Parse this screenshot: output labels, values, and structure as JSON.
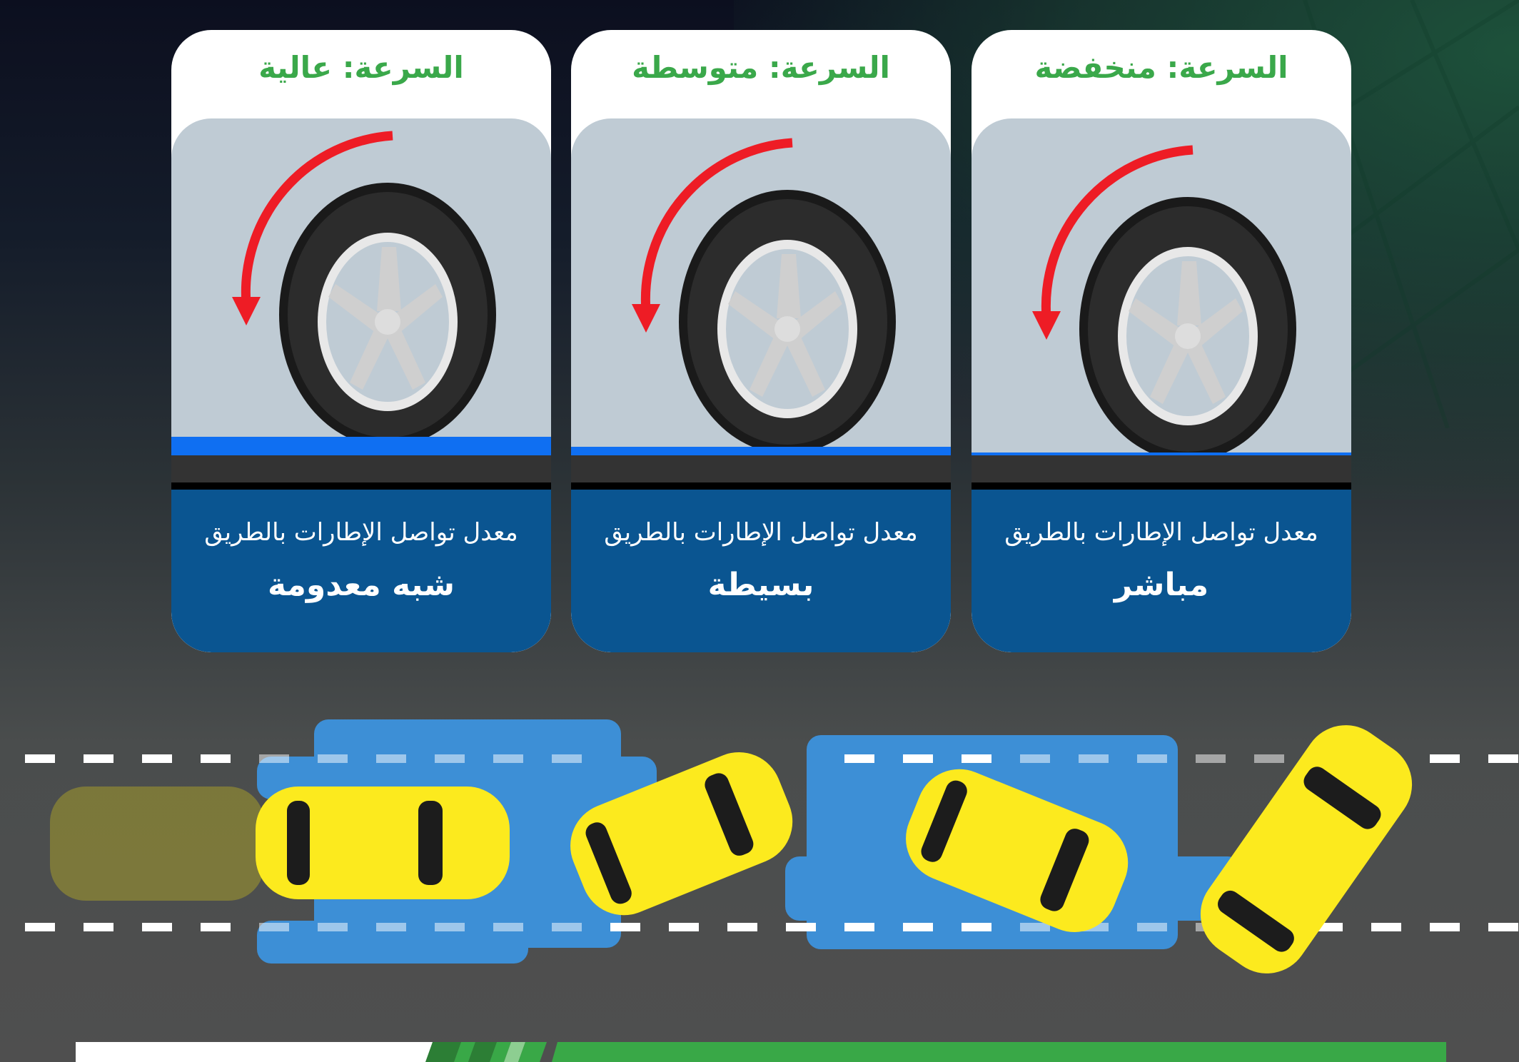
{
  "cards": [
    {
      "title": "السرعة: عالية",
      "contact_label": "معدل تواصل الإطارات بالطريق",
      "contact_value": "شبه معدومة",
      "water_level": "high"
    },
    {
      "title": "السرعة: متوسطة",
      "contact_label": "معدل تواصل الإطارات بالطريق",
      "contact_value": "بسيطة",
      "water_level": "medium"
    },
    {
      "title": "السرعة: منخفضة",
      "contact_label": "معدل تواصل الإطارات بالطريق",
      "contact_value": "مباشر",
      "water_level": "low"
    }
  ],
  "colors": {
    "title_green": "#3aa84a",
    "info_blue": "#0a5591",
    "water_blue": "#0f6ff2",
    "arrow_red": "#ee1c25",
    "car_yellow": "#fcea1e",
    "puddle_blue": "#3d8fd6",
    "road_gray": "#4a4d4d",
    "banner_green": "#39a847"
  },
  "illustration": {
    "description": "Hydroplaning car sequence on wet road",
    "car_count": 4
  }
}
